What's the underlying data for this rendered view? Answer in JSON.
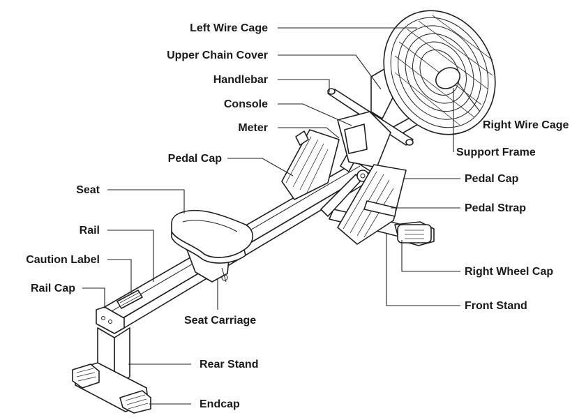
{
  "callouts": {
    "left_wire_cage": "Left Wire Cage",
    "upper_chain_cover": "Upper Chain Cover",
    "handlebar": "Handlebar",
    "console": "Console",
    "meter": "Meter",
    "pedal_cap_left": "Pedal Cap",
    "seat": "Seat",
    "rail": "Rail",
    "caution_label": "Caution Label",
    "rail_cap": "Rail Cap",
    "seat_carriage": "Seat Carriage",
    "rear_stand": "Rear Stand",
    "endcap": "Endcap",
    "right_wire_cage": "Right Wire Cage",
    "support_frame": "Support Frame",
    "pedal_cap_right": "Pedal Cap",
    "pedal_strap": "Pedal Strap",
    "right_wheel_cap": "Right Wheel Cap",
    "front_stand": "Front Stand"
  }
}
